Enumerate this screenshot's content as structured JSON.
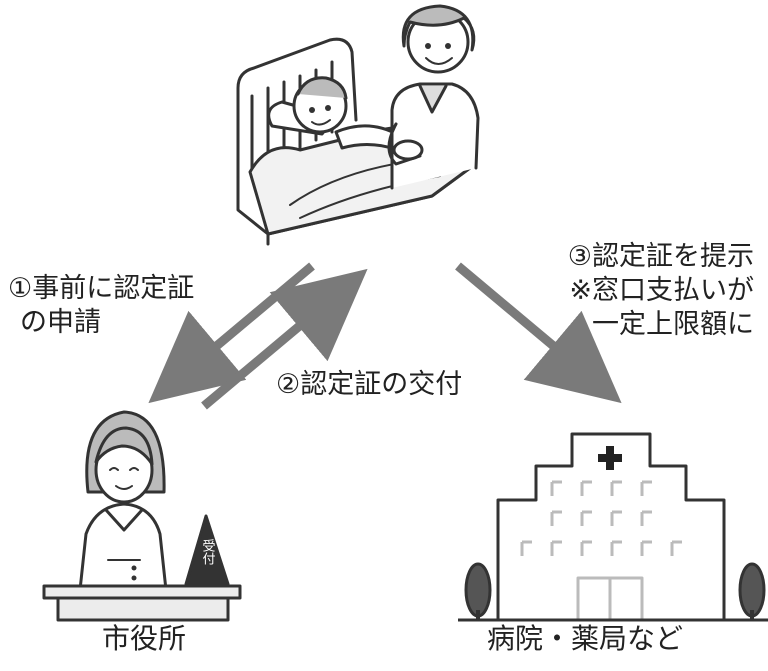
{
  "steps": {
    "apply": {
      "line1": "①事前に認定証",
      "line2": "の申請"
    },
    "issue": {
      "text": "②認定証の交付"
    },
    "present": {
      "line1": "③認定証を提示",
      "line2": "※窓口支払いが",
      "line3": "一定上限額に"
    }
  },
  "places": {
    "city_hall": "市役所",
    "hospital": "病院・薬局など"
  },
  "icons": {
    "patient_scene": "bedridden-patient-with-caregiver",
    "clerk": "city-hall-clerk-at-counter",
    "building": "hospital-building"
  },
  "counter_sign": "受付",
  "colors": {
    "arrow": "#7a7a7a",
    "line": "#333333",
    "fill": "#ececec"
  }
}
